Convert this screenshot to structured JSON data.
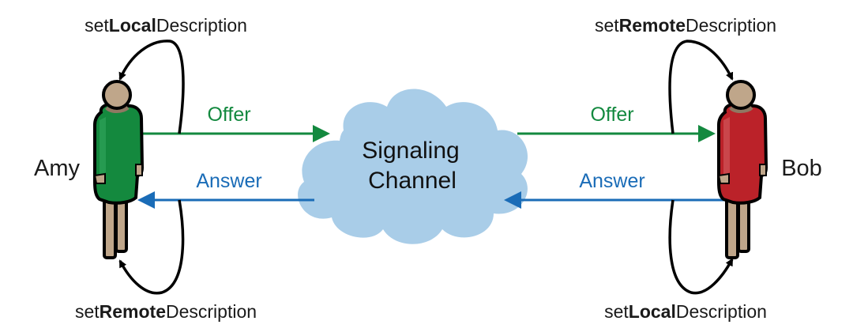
{
  "diagram": {
    "title": "WebRTC offer/answer signaling",
    "colors": {
      "offer": "#13893f",
      "answer": "#1a6cb7",
      "cloud": "#a9cde8",
      "amy_body": "#14893e",
      "bob_body": "#bb2229",
      "skin": "#bfa68a"
    },
    "peers": {
      "left": {
        "name": "Amy",
        "icon": "person-icon"
      },
      "right": {
        "name": "Bob",
        "icon": "person-icon"
      }
    },
    "cloud": {
      "line1": "Signaling",
      "line2": "Channel",
      "icon": "cloud-icon"
    },
    "arrows": {
      "left_offer": "Offer",
      "left_answer": "Answer",
      "right_offer": "Offer",
      "right_answer": "Answer"
    },
    "calls": {
      "amy_top": {
        "pre": "set",
        "bold": "Local",
        "post": "Description"
      },
      "amy_bottom": {
        "pre": "set",
        "bold": "Remote",
        "post": "Description"
      },
      "bob_top": {
        "pre": "set",
        "bold": "Remote",
        "post": "Description"
      },
      "bob_bottom": {
        "pre": "set",
        "bold": "Local",
        "post": "Description"
      }
    }
  }
}
